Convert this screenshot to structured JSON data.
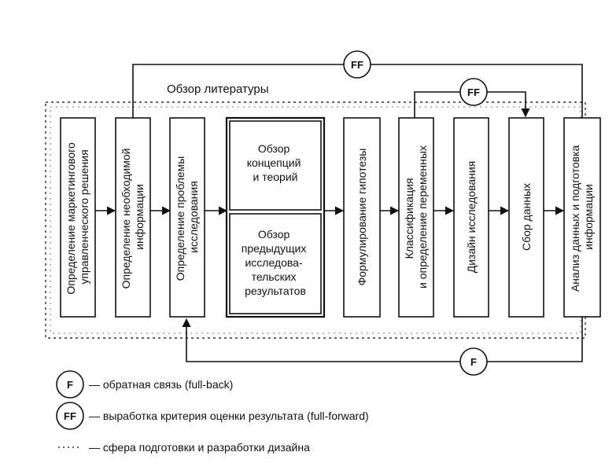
{
  "diagram": {
    "title": "Обзор литературы",
    "boxes": [
      {
        "id": "b1",
        "lines": [
          "Определение маркетингового",
          "управленческого решения"
        ]
      },
      {
        "id": "b2",
        "lines": [
          "Определение необходимой",
          "информации"
        ]
      },
      {
        "id": "b3",
        "lines": [
          "Определение проблемы",
          "исследования"
        ]
      },
      {
        "id": "b4a",
        "lines": [
          "Обзор",
          "концепций",
          "и теорий"
        ]
      },
      {
        "id": "b4b",
        "lines": [
          "Обзор",
          "предыдущих",
          "исследова-",
          "тельских",
          "результатов"
        ]
      },
      {
        "id": "b5",
        "lines": [
          "Формулирование гипотезы"
        ]
      },
      {
        "id": "b6",
        "lines": [
          "Классификация",
          "и определение переменных"
        ]
      },
      {
        "id": "b7",
        "lines": [
          "Дизайн исследования"
        ]
      },
      {
        "id": "b8",
        "lines": [
          "Сбор данных"
        ]
      },
      {
        "id": "b9",
        "lines": [
          "Анализ данных и подготовка",
          "информации"
        ]
      }
    ],
    "markers": {
      "feedback": "F",
      "fullforward": "FF"
    }
  },
  "legend": [
    {
      "symbol": "F",
      "text": "— обратная связь (full-back)"
    },
    {
      "symbol": "FF",
      "text": "— выработка критерия оценки результата (full-forward)"
    },
    {
      "symbol": "",
      "text": "— сфера подготовки и разработки дизайна"
    }
  ]
}
